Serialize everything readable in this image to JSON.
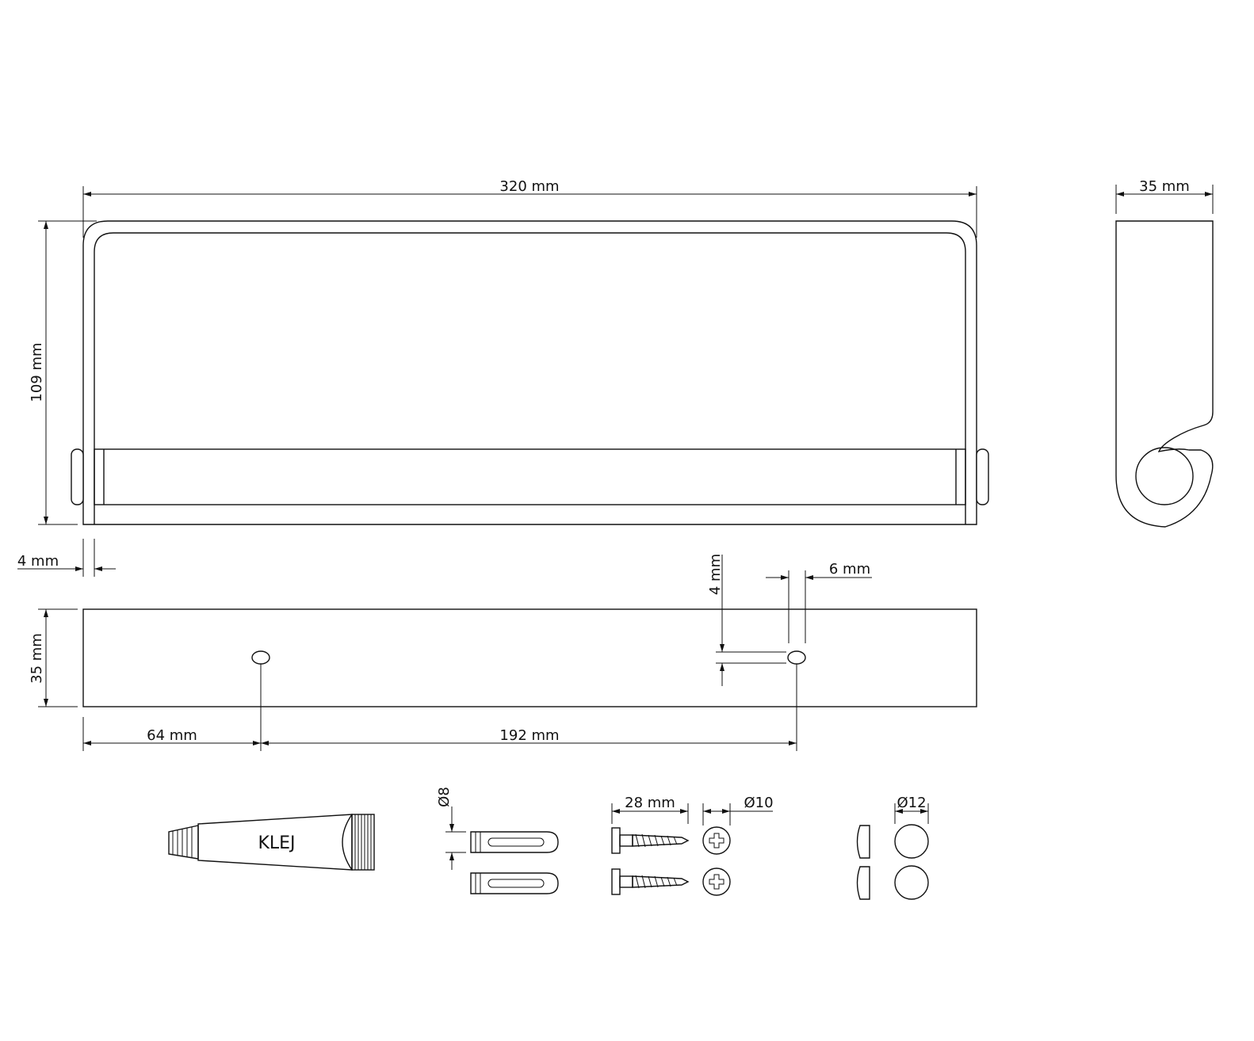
{
  "dimensions": {
    "overall_width": "320 mm",
    "overall_height": "109 mm",
    "side_depth": "35 mm",
    "rod_thickness": "4 mm",
    "plate_height": "35 mm",
    "slot_width": "6 mm",
    "slot_height": "4 mm",
    "hole_offset": "64 mm",
    "hole_spacing": "192 mm"
  },
  "accessories": {
    "glue_label": "KLEJ",
    "dowel_diameter": "Ø8",
    "screw_length": "28 mm",
    "screw_head_diameter": "Ø10",
    "cap_diameter": "Ø12"
  }
}
